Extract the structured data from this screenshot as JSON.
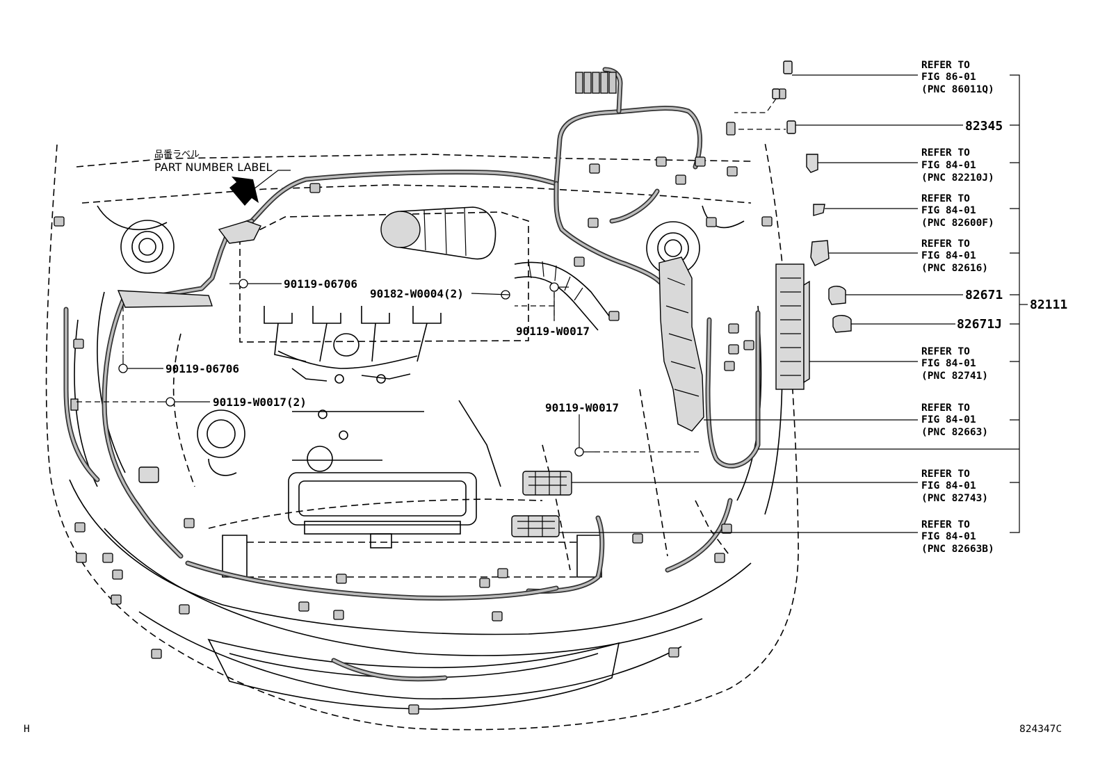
{
  "figure_code": "824347C",
  "corner_mark": "H",
  "label_callout": {
    "japanese": "品番ラベル",
    "english": "PART NUMBER LABEL"
  },
  "assembly_number": "82111",
  "right_callouts": [
    {
      "id": "r1",
      "lines": [
        "REFER TO",
        "FIG 86-01",
        "(PNC 86011Q)"
      ]
    },
    {
      "id": "r2",
      "lines": [
        "82345"
      ]
    },
    {
      "id": "r3",
      "lines": [
        "REFER TO",
        "FIG 84-01",
        "(PNC 82210J)"
      ]
    },
    {
      "id": "r4",
      "lines": [
        "REFER TO",
        "FIG 84-01",
        "(PNC 82600F)"
      ]
    },
    {
      "id": "r5",
      "lines": [
        "REFER TO",
        "FIG 84-01",
        "(PNC 82616)"
      ]
    },
    {
      "id": "r6",
      "lines": [
        "82671"
      ]
    },
    {
      "id": "r7",
      "lines": [
        "82671J"
      ]
    },
    {
      "id": "r8",
      "lines": [
        "REFER TO",
        "FIG 84-01",
        "(PNC 82741)"
      ]
    },
    {
      "id": "r9",
      "lines": [
        "REFER TO",
        "FIG 84-01",
        "(PNC 82663)"
      ]
    },
    {
      "id": "r10",
      "lines": [
        "REFER TO",
        "FIG 84-01",
        "(PNC 82743)"
      ]
    },
    {
      "id": "r11",
      "lines": [
        "REFER TO",
        "FIG 84-01",
        "(PNC 82663B)"
      ]
    }
  ],
  "bolt_labels": {
    "b1": "90119-06706",
    "b2": "90182-W0004(2)",
    "b3": "90119-W0017",
    "b4": "90119-06706",
    "b5": "90119-W0017(2)",
    "b6": "90119-W0017"
  }
}
